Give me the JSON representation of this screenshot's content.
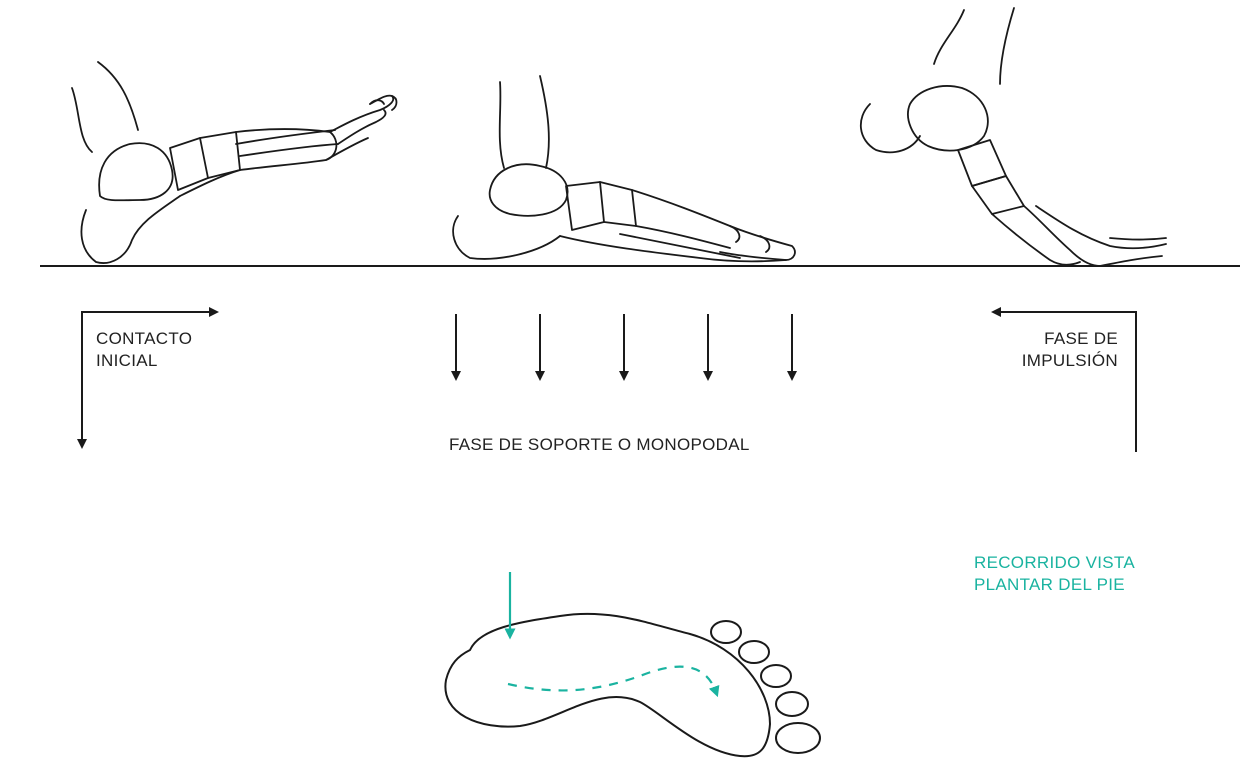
{
  "labels": {
    "contact": [
      "CONTACTO",
      "INICIAL"
    ],
    "push": [
      "FASE DE",
      "IMPULSIÓN"
    ],
    "support": "FASE DE SOPORTE O MONOPODAL",
    "plantar": [
      "RECORRIDO VISTA",
      "PLANTAR DEL PIE"
    ]
  },
  "colors": {
    "ink": "#1a1a1a",
    "accent": "#1ab3a0"
  },
  "figures": {
    "feet": [
      "heel-strike-foot",
      "flat-foot",
      "toe-off-foot"
    ],
    "down_arrow_count": 5
  }
}
